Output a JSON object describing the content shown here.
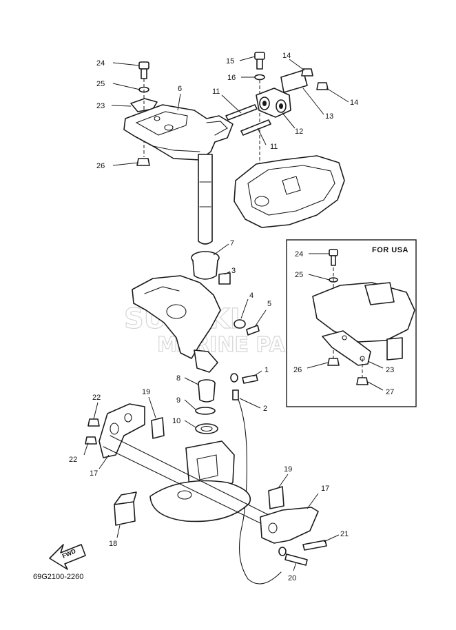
{
  "diagram": {
    "code": "69G2100-2260",
    "inset_title": "FOR USA",
    "fwd_label": "FWD",
    "watermark": {
      "brand": "SUZUKI",
      "subtitle": "MARINE PARTS"
    },
    "callouts": [
      {
        "id": "c24",
        "text": "24"
      },
      {
        "id": "c25",
        "text": "25"
      },
      {
        "id": "c23",
        "text": "23"
      },
      {
        "id": "c26",
        "text": "26"
      },
      {
        "id": "c6",
        "text": "6"
      },
      {
        "id": "c15",
        "text": "15"
      },
      {
        "id": "c16",
        "text": "16"
      },
      {
        "id": "c14a",
        "text": "14"
      },
      {
        "id": "c14b",
        "text": "14"
      },
      {
        "id": "c11a",
        "text": "11"
      },
      {
        "id": "c11b",
        "text": "11"
      },
      {
        "id": "c12",
        "text": "12"
      },
      {
        "id": "c13",
        "text": "13"
      },
      {
        "id": "c7",
        "text": "7"
      },
      {
        "id": "c3",
        "text": "3"
      },
      {
        "id": "c4",
        "text": "4"
      },
      {
        "id": "c5",
        "text": "5"
      },
      {
        "id": "c1",
        "text": "1"
      },
      {
        "id": "c2",
        "text": "2"
      },
      {
        "id": "c8",
        "text": "8"
      },
      {
        "id": "c9",
        "text": "9"
      },
      {
        "id": "c10",
        "text": "10"
      },
      {
        "id": "c19a",
        "text": "19"
      },
      {
        "id": "c22a",
        "text": "22"
      },
      {
        "id": "c22b",
        "text": "22"
      },
      {
        "id": "c17a",
        "text": "17"
      },
      {
        "id": "c19b",
        "text": "19"
      },
      {
        "id": "c17b",
        "text": "17"
      },
      {
        "id": "c18",
        "text": "18"
      },
      {
        "id": "c21",
        "text": "21"
      },
      {
        "id": "c20",
        "text": "20"
      },
      {
        "id": "i24",
        "text": "24"
      },
      {
        "id": "i25",
        "text": "25"
      },
      {
        "id": "i26",
        "text": "26"
      },
      {
        "id": "i23",
        "text": "23"
      },
      {
        "id": "i27",
        "text": "27"
      }
    ]
  }
}
